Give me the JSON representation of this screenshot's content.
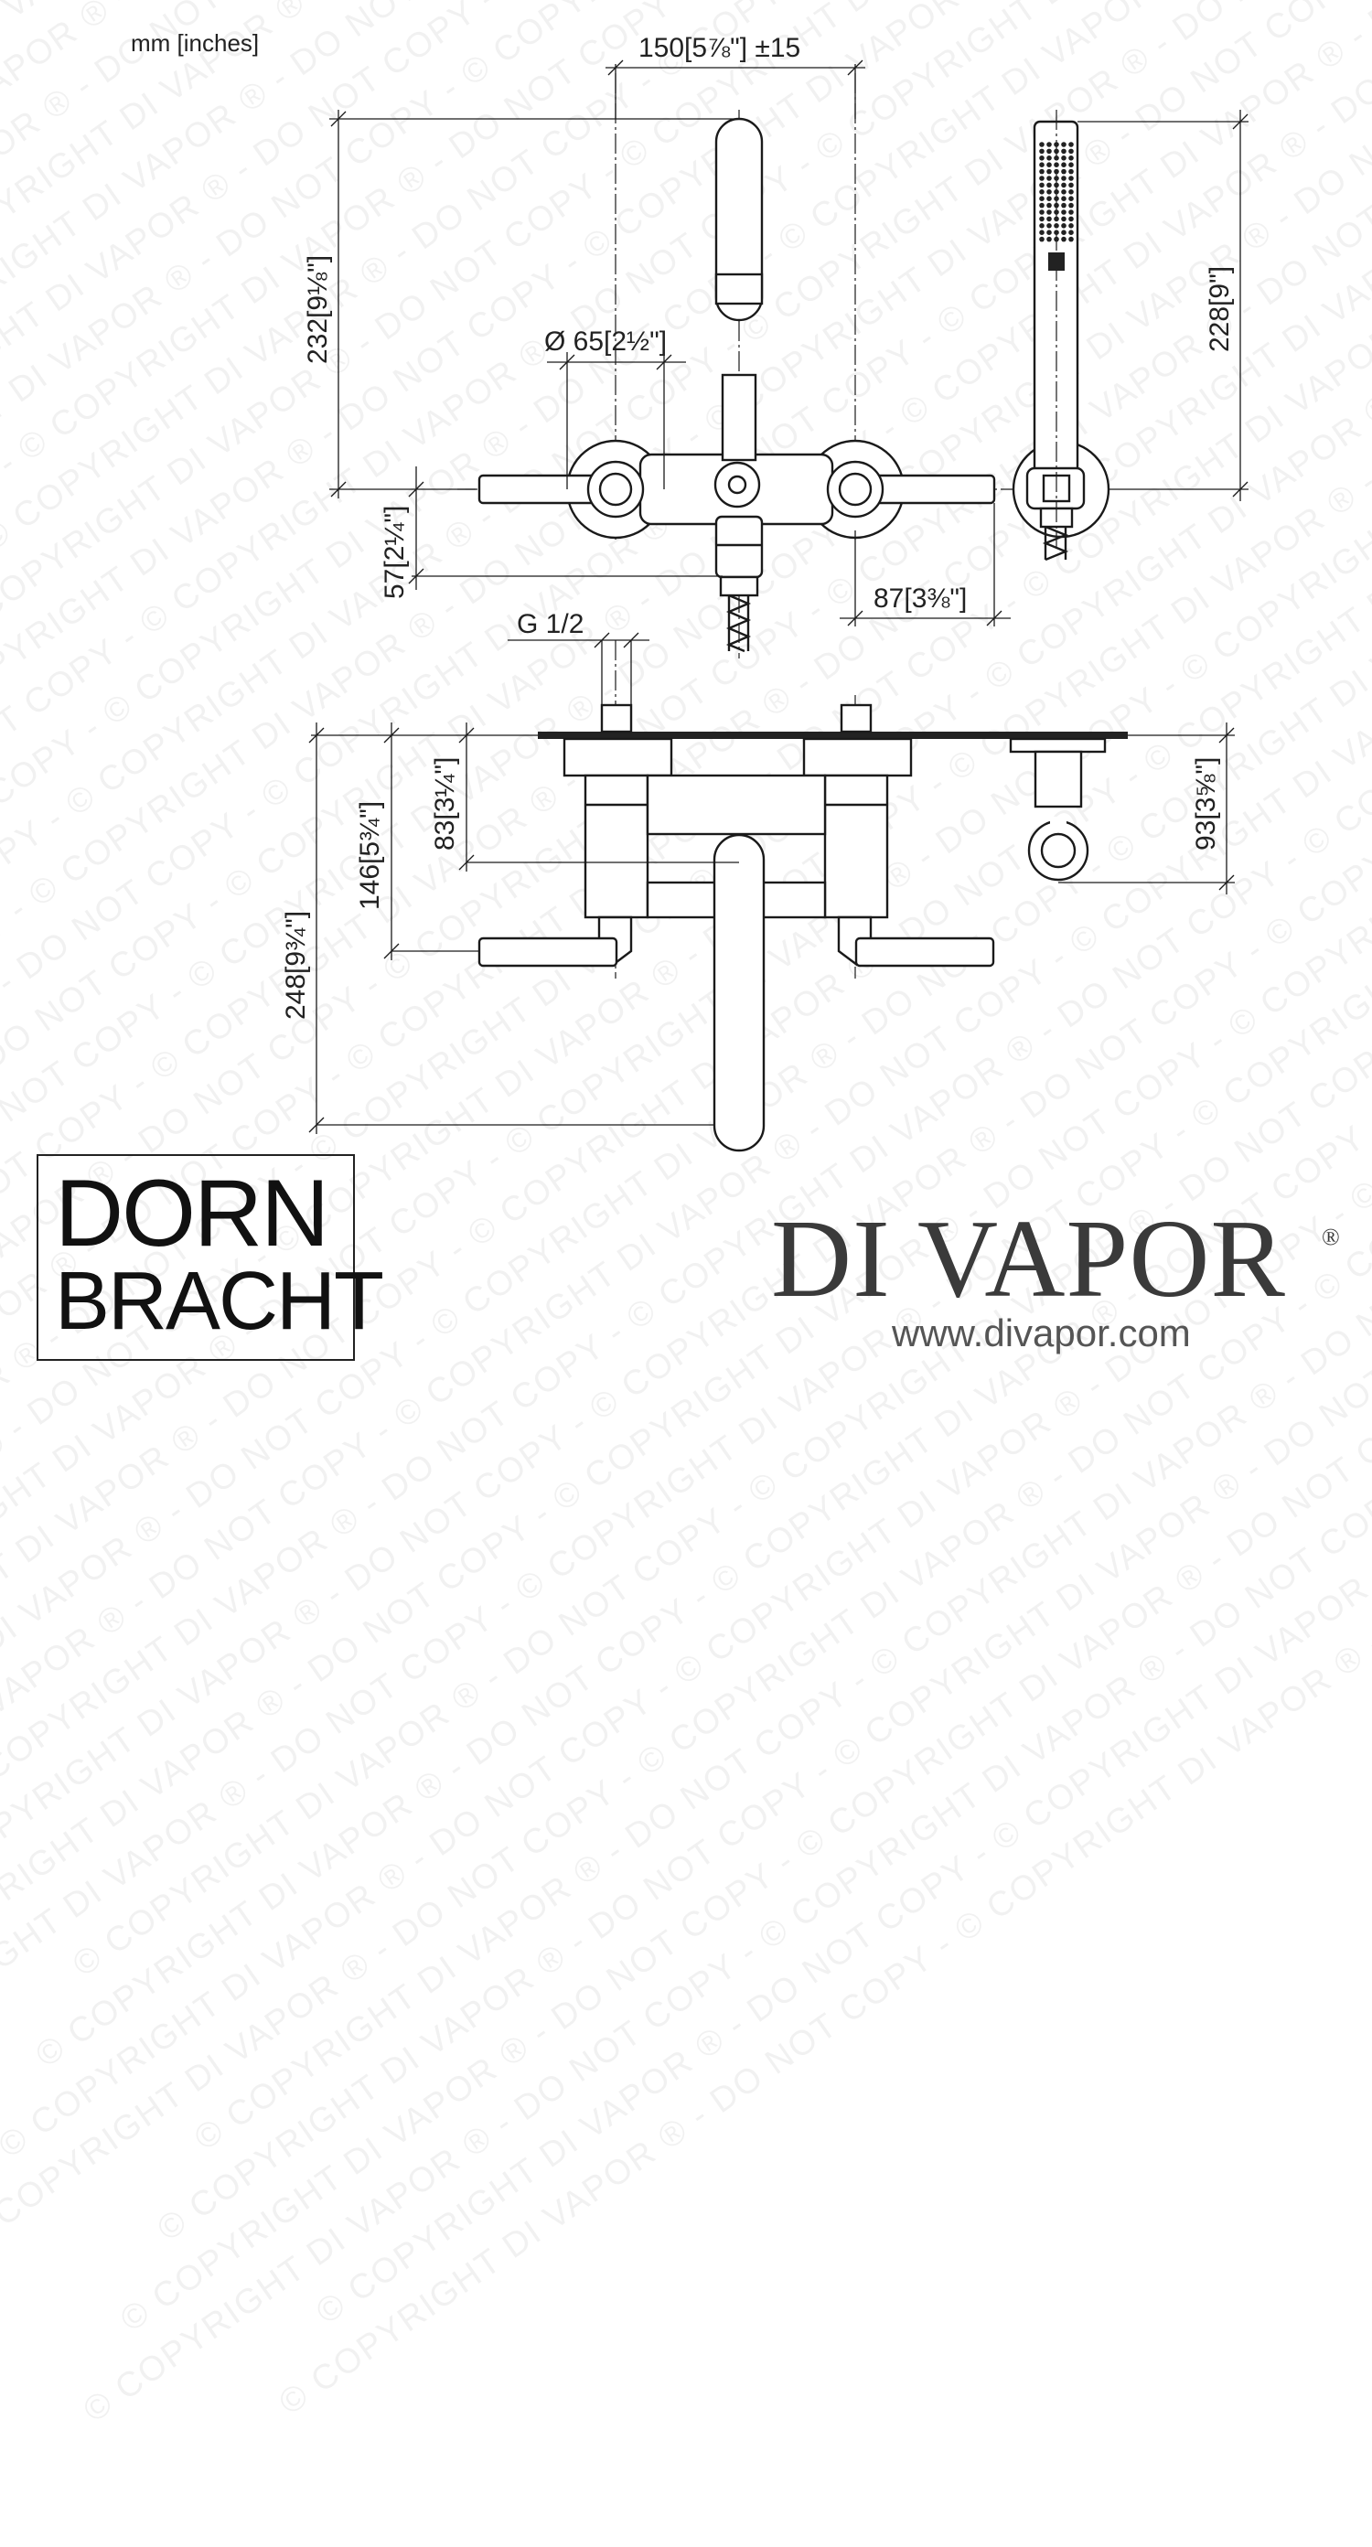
{
  "units_label": "mm [inches]",
  "watermark_text": "© COPYRIGHT DI VAPOR ® - DO NOT COPY - © COPYRIGHT DI VAPOR ® - DO NOT COPY - © COPYRIGHT DI VAPOR ® - DO NOT COPY -",
  "dimensions": {
    "top_width": "150[5⅞\"] ±15",
    "height_232": "232[9⅛\"]",
    "diameter": "Ø 65[2½\"]",
    "height_57": "57[2¼\"]",
    "width_87": "87[3⅜\"]",
    "thread": "G 1/2",
    "height_228": "228[9\"]",
    "depth_248": "248[9¾\"]",
    "depth_146": "146[5¾\"]",
    "depth_83": "83[3¼\"]",
    "depth_93": "93[3⅝\"]"
  },
  "manufacturer_logo": {
    "line1": "DORN",
    "line2": "BRACHT"
  },
  "retailer": {
    "name": "DI VAPOR",
    "reg_mark": "®",
    "url": "www.divapor.com"
  }
}
